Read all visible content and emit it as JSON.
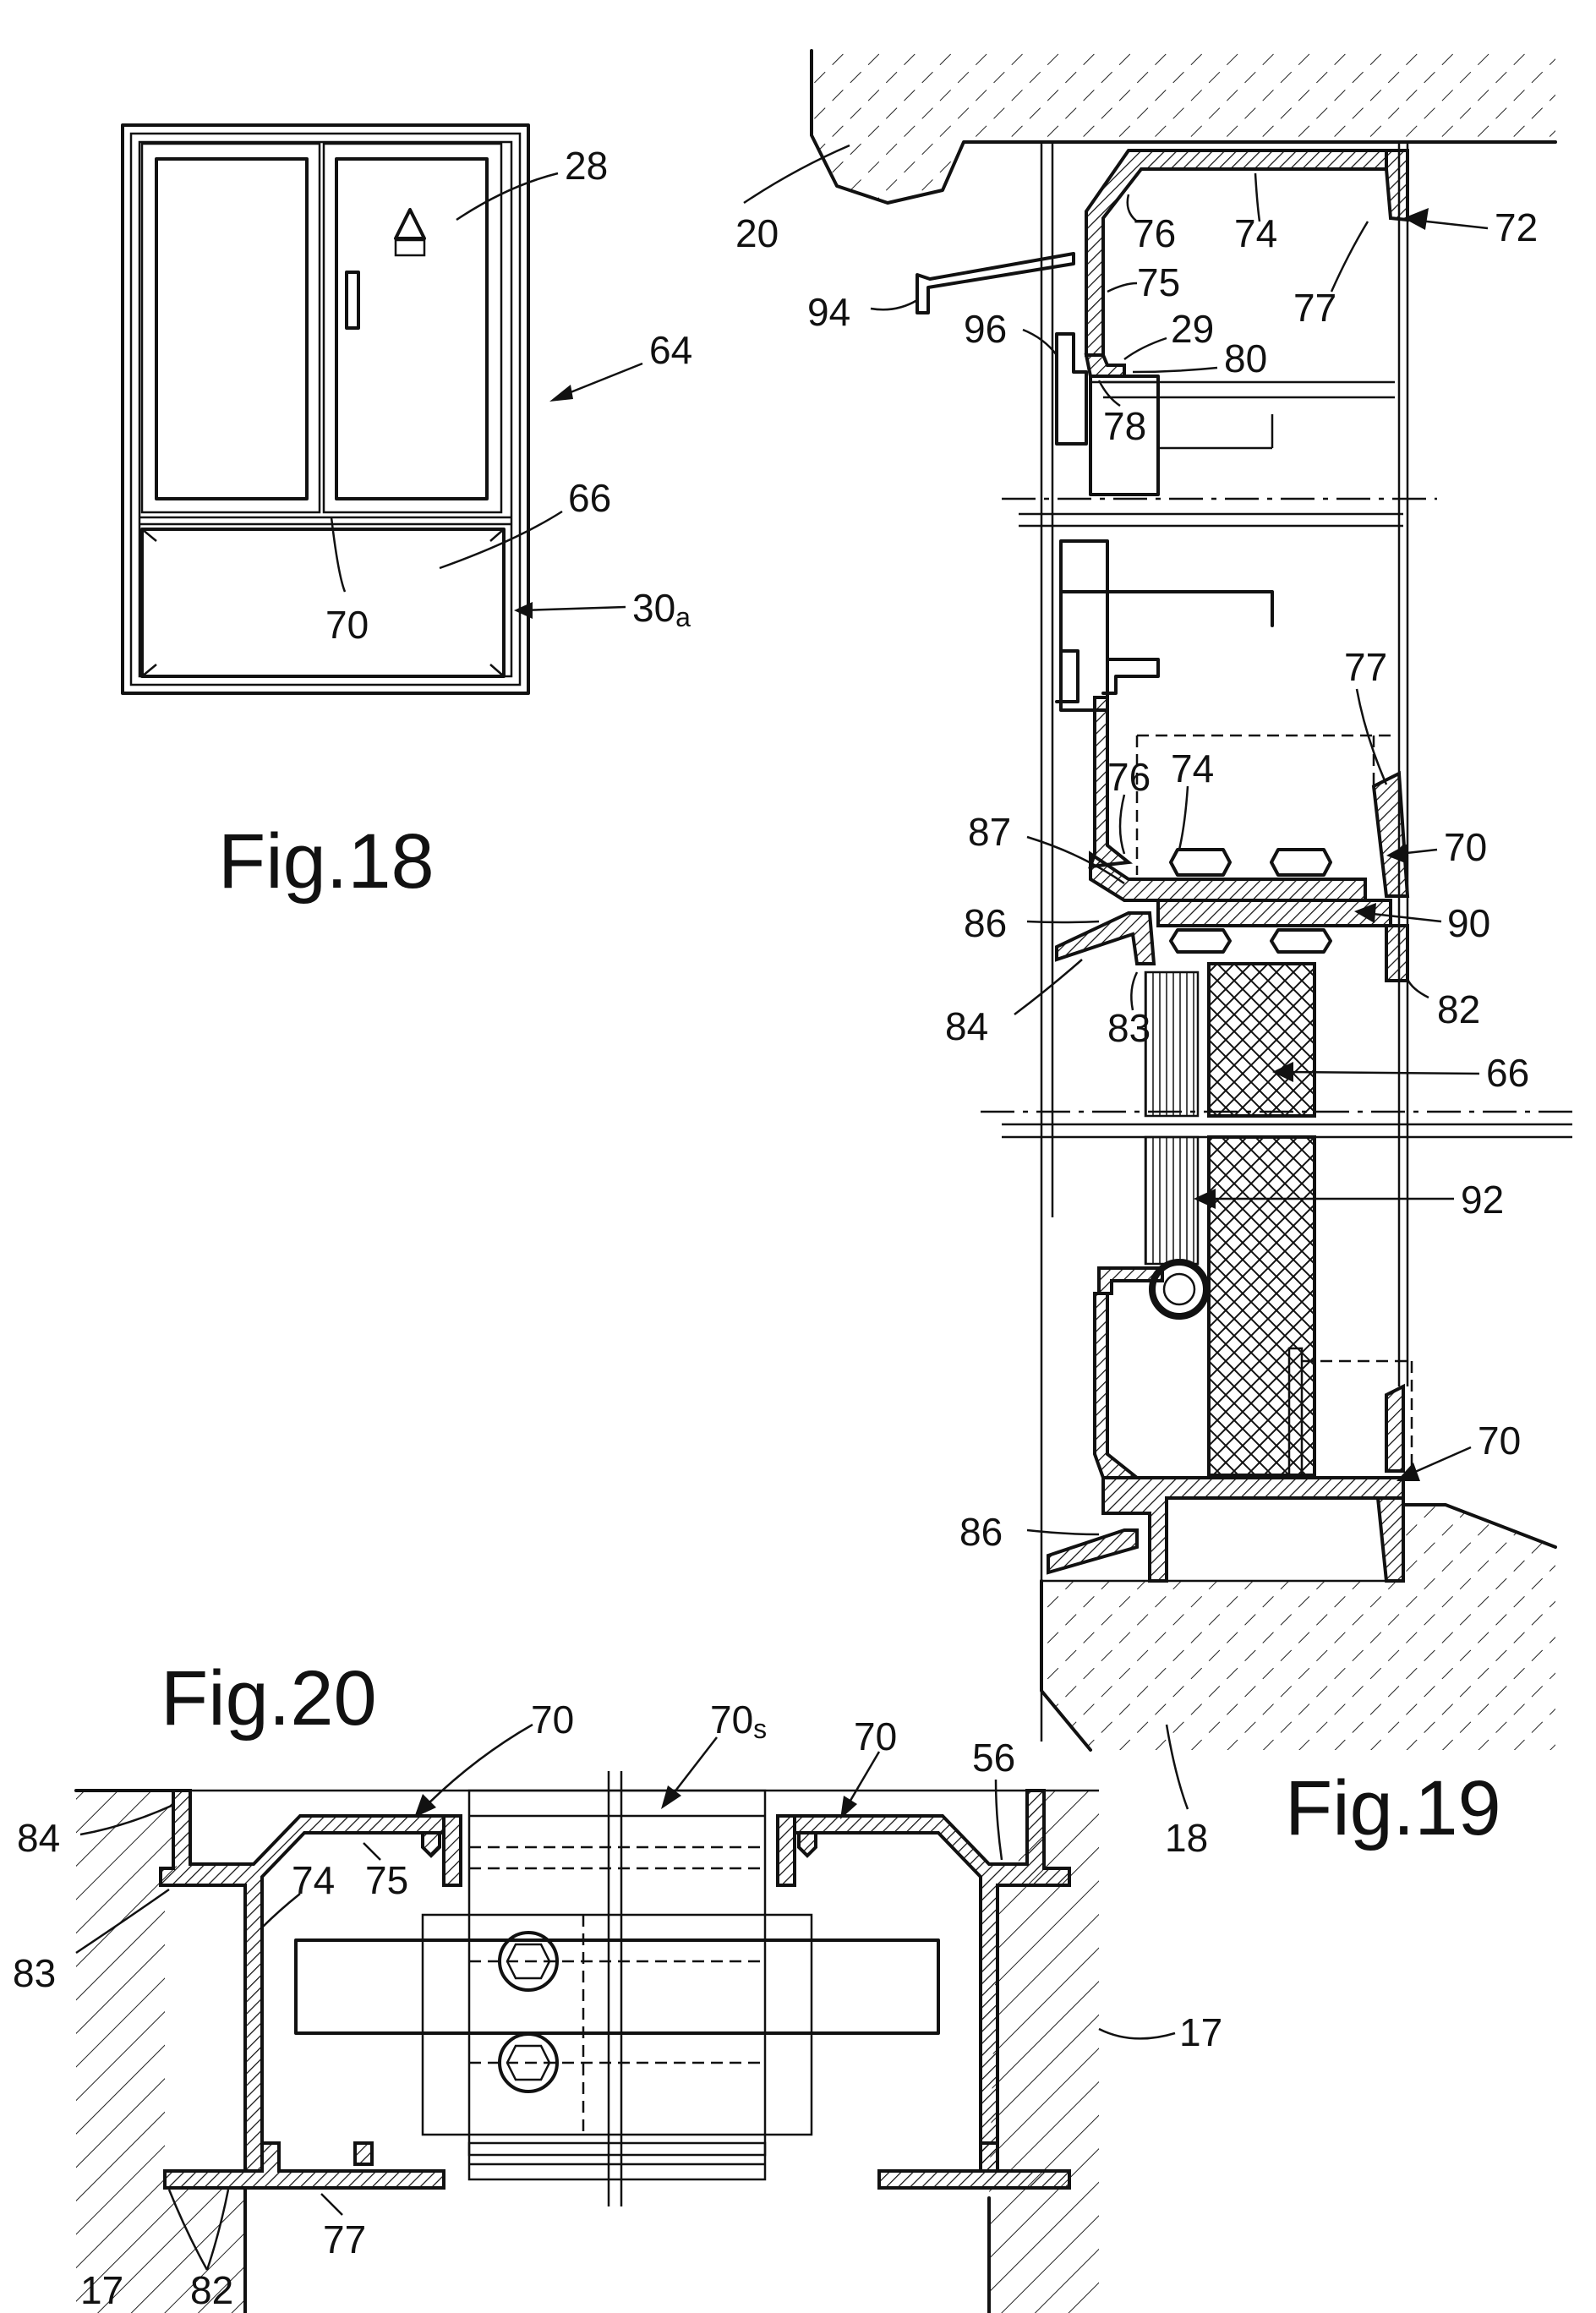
{
  "figures": {
    "fig18": "Fig.18",
    "fig19": "Fig.19",
    "fig20": "Fig.20"
  },
  "fig18_labels": {
    "l28": "28",
    "l64": "64",
    "l66": "66",
    "l70": "70",
    "l30a_main": "30",
    "l30a_sub": "a"
  },
  "fig19_labels": {
    "l20": "20",
    "l76_top": "76",
    "l74_top": "74",
    "l72": "72",
    "l94": "94",
    "l75": "75",
    "l77_top": "77",
    "l96": "96",
    "l29": "29",
    "l80": "80",
    "l78": "78",
    "l77_mid": "77",
    "l76_mid": "76",
    "l74_mid": "74",
    "l87": "87",
    "l70_mid": "70",
    "l86_mid": "86",
    "l90": "90",
    "l84": "84",
    "l82": "82",
    "l83": "83",
    "l66": "66",
    "l92": "92",
    "l70_bot": "70",
    "l86_bot": "86",
    "l18": "18"
  },
  "fig20_labels": {
    "l70_left": "70",
    "l70s_main": "70",
    "l70s_sub": "s",
    "l70_right": "70",
    "l56": "56",
    "l84": "84",
    "l75": "75",
    "l74": "74",
    "l83": "83",
    "l17_right": "17",
    "l77": "77",
    "l17_left": "17",
    "l82": "82"
  }
}
